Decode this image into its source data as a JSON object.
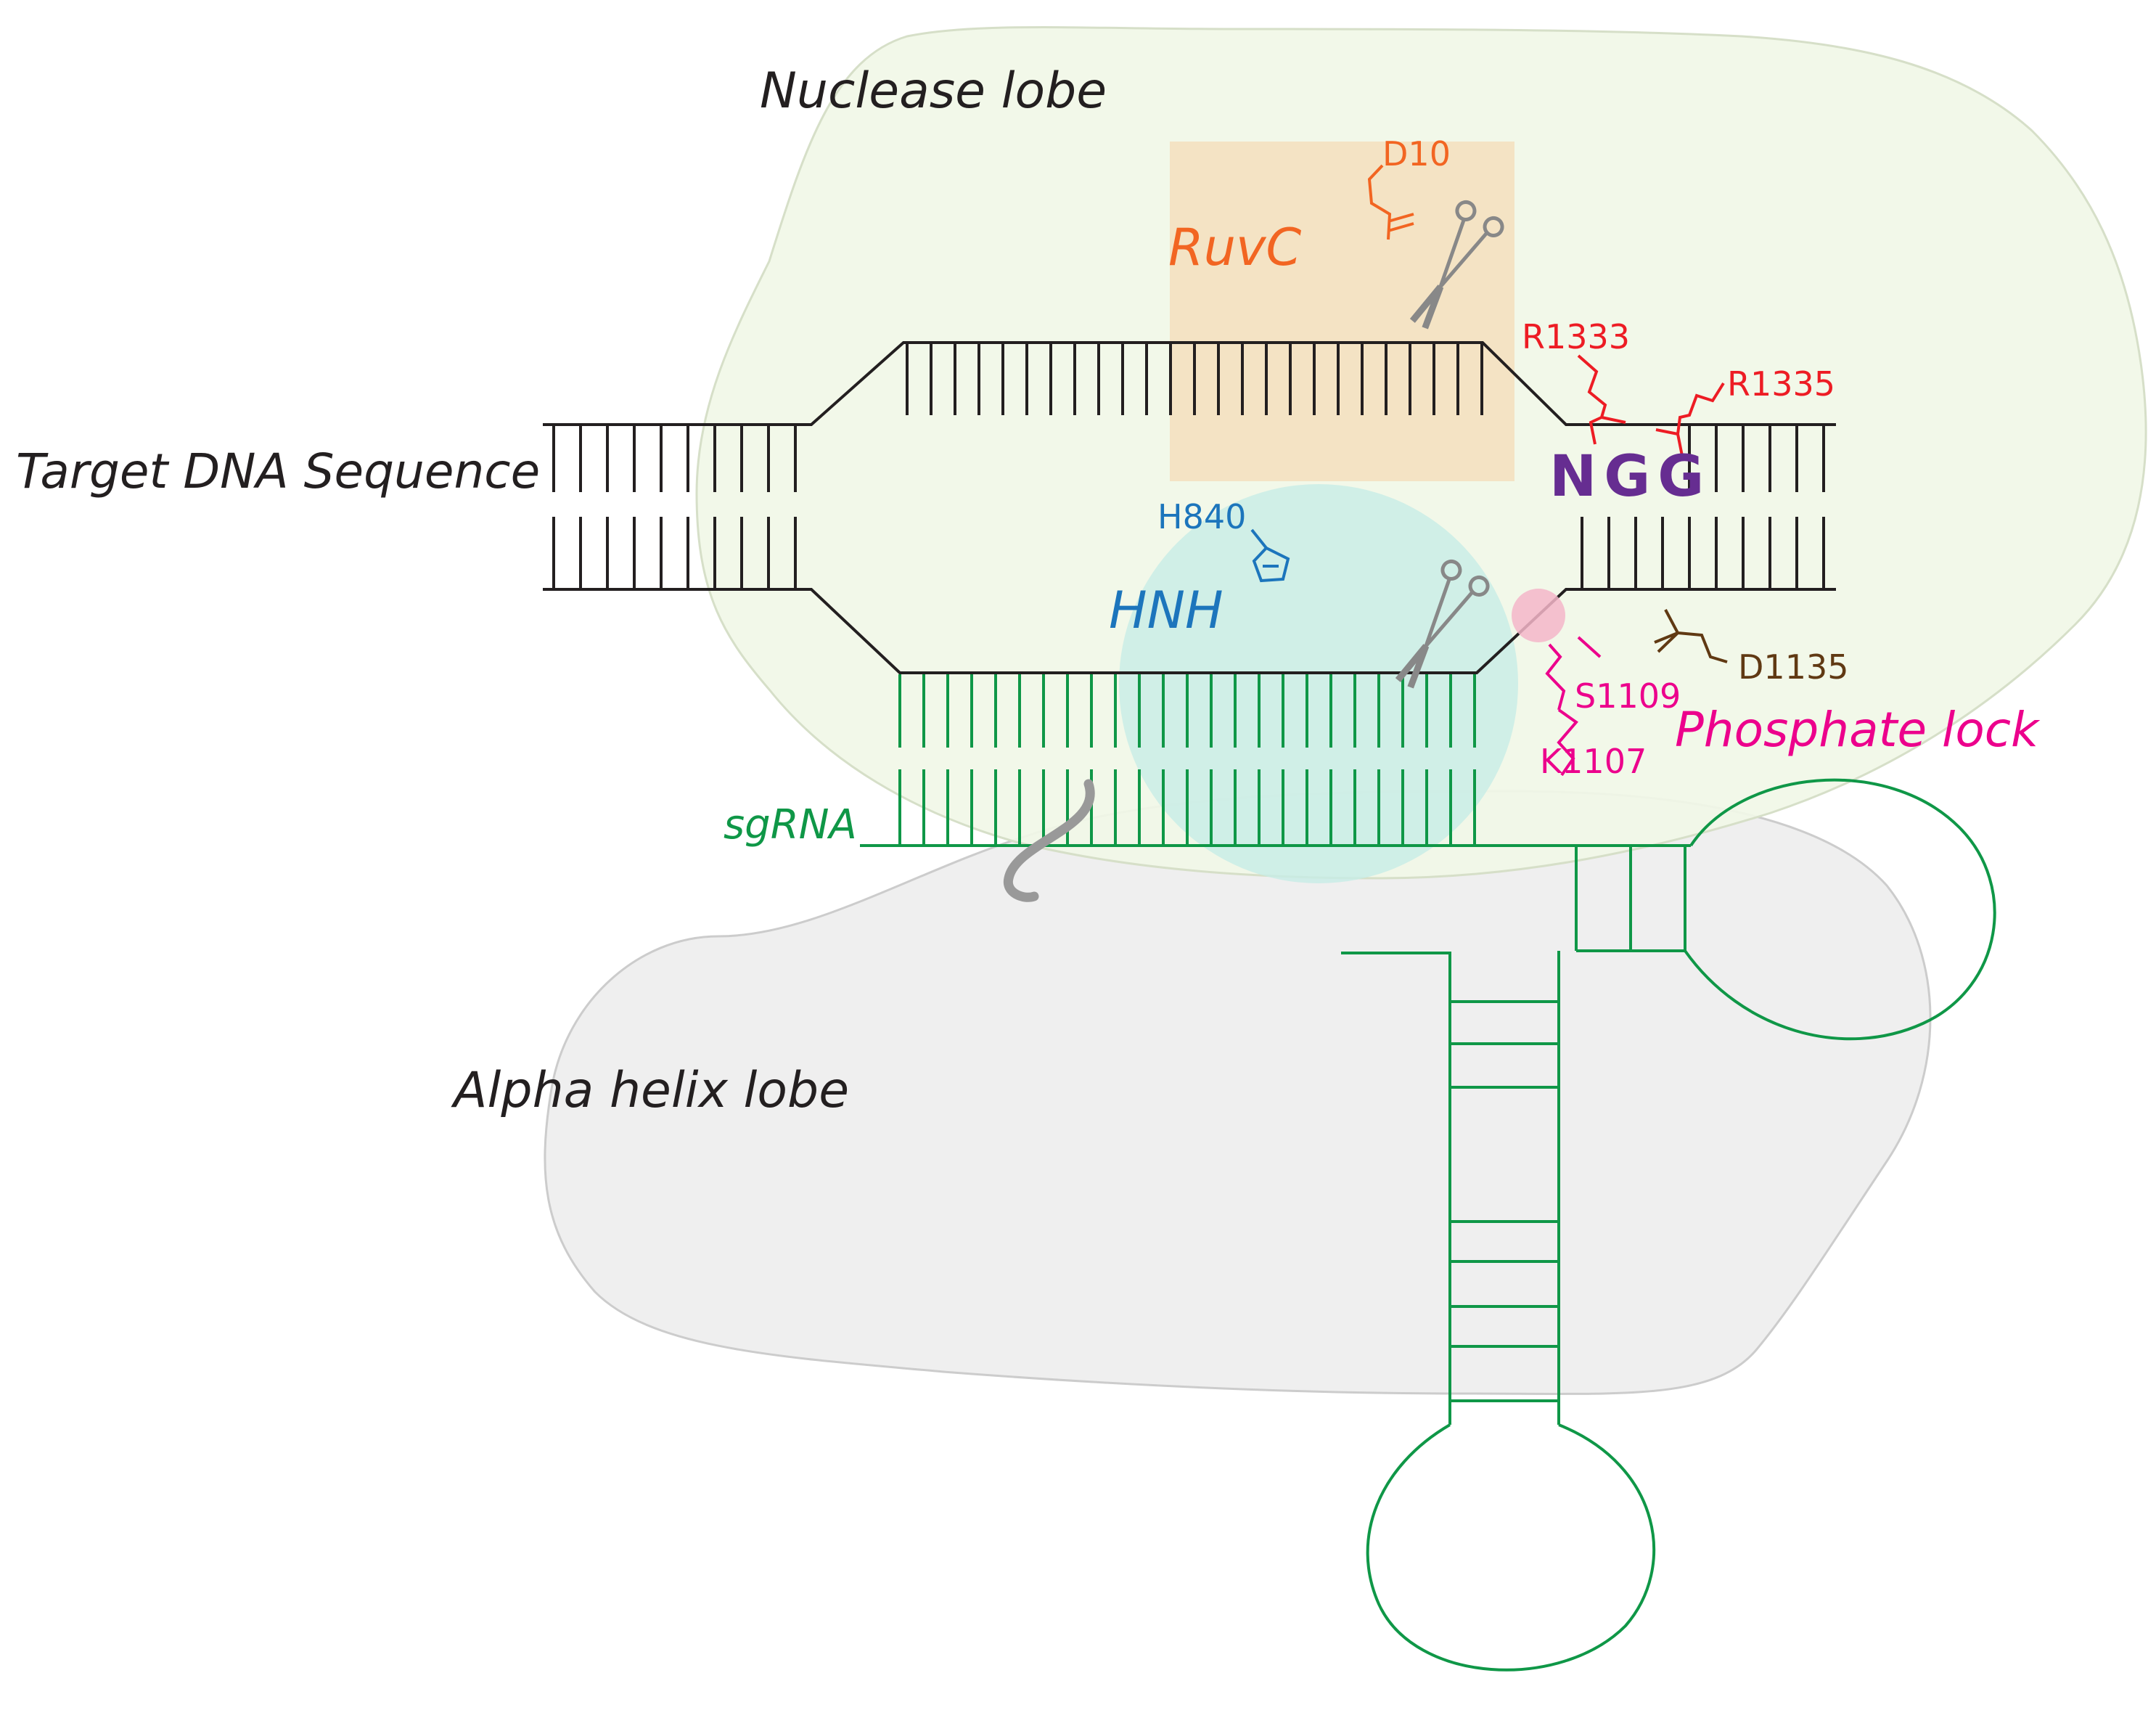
{
  "labels": {
    "nuclease_lobe": "Nuclease lobe",
    "alpha_helix_lobe": "Alpha helix lobe",
    "target_dna": "Target DNA Sequence",
    "ruvc": "RuvC",
    "hnh": "HNH",
    "sgrna": "sgRNA",
    "phosphate_lock": "Phosphate lock",
    "pam": "NGG"
  },
  "residues": {
    "d10": "D10",
    "h840": "H840",
    "r1333": "R1333",
    "r1335": "R1335",
    "d1135": "D1135",
    "s1109": "S1109",
    "k1107": "K1107"
  },
  "colors": {
    "nuclease_lobe_fill": "#f1f7e7",
    "alpha_lobe_fill": "#efefef",
    "lobe_stroke": "#cccccc",
    "ruvc_box": "#f3e2c2",
    "ruvc_text": "#f26522",
    "hnh_circle": "#d0efea",
    "hnh_text": "#1c75bc",
    "dna": "#231f20",
    "sgrna": "#0f9747",
    "pam": "#662d91",
    "arginine": "#ed1c24",
    "d1135": "#603913",
    "phosphate_lock": "#ec008c",
    "phosphate_dot": "#f4b6c9",
    "scissors": "#888888",
    "linker": "#999999"
  },
  "icons": [
    "scissors-icon",
    "scissors-icon"
  ]
}
